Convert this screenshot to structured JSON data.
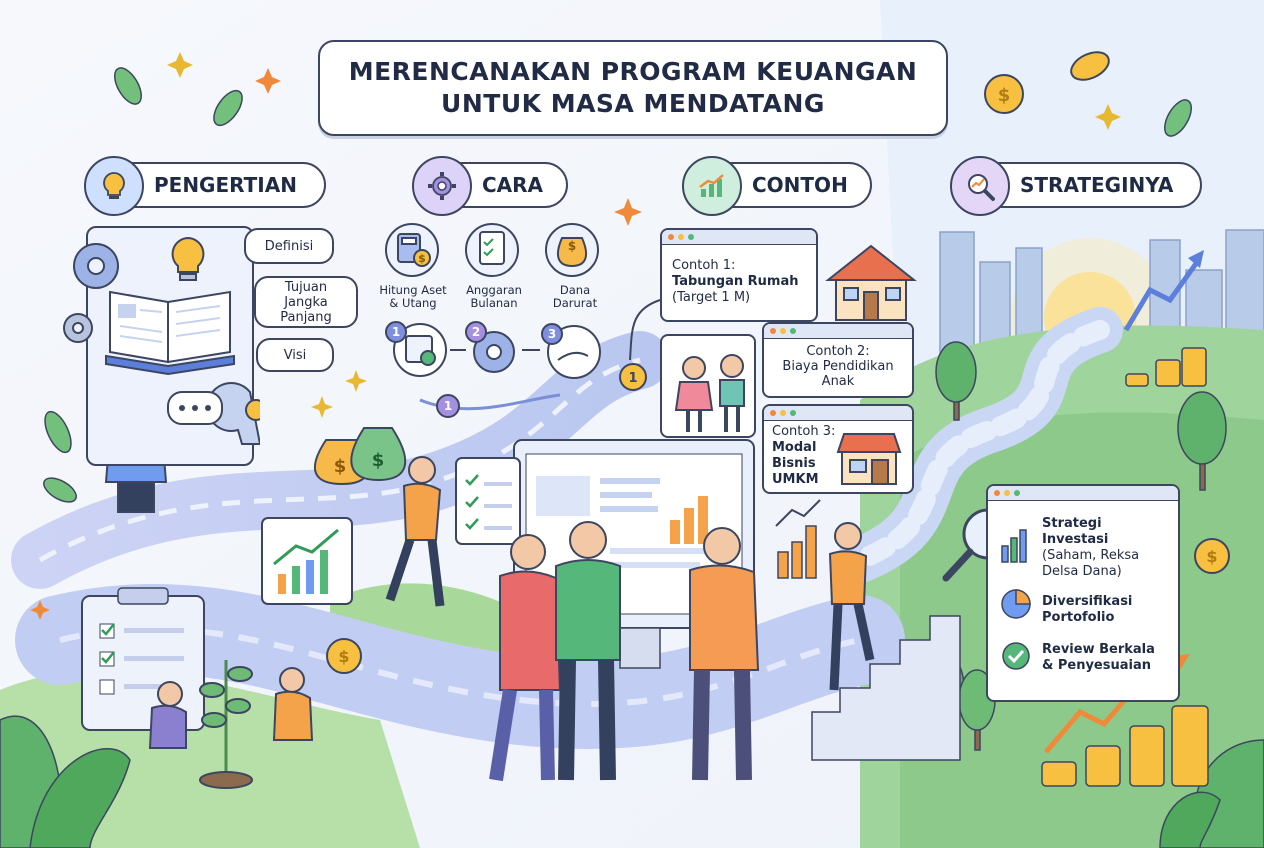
{
  "title": {
    "line1": "MERENCANAKAN PROGRAM KEUANGAN",
    "line2": "UNTUK MASA MENDATANG"
  },
  "sections": {
    "pengertian": {
      "label": "PENGERTIAN",
      "icon": "lightbulb-icon",
      "color": "#cfe0ff"
    },
    "cara": {
      "label": "CARA",
      "icon": "gear-icon",
      "color": "#ddd2f7"
    },
    "contoh": {
      "label": "CONTOH",
      "icon": "growth-chart-icon",
      "color": "#cfeedd"
    },
    "strategi": {
      "label": "STRATEGINYA",
      "icon": "magnifier-chart-icon",
      "color": "#e3d6f7"
    }
  },
  "pengertian_items": {
    "definisi": "Definisi",
    "tujuan": [
      "Tujuan",
      "Jangka",
      "Panjang"
    ],
    "visi": "Visi"
  },
  "cara_items": {
    "hitung": [
      "Hitung Aset",
      "& Utang"
    ],
    "anggaran": [
      "Anggaran",
      "Bulanan"
    ],
    "dana": [
      "Dana",
      "Darurat"
    ],
    "steps": [
      "1",
      "2",
      "3",
      "1",
      "1"
    ]
  },
  "contoh_items": {
    "c1": {
      "title": "Contoh 1:",
      "name": "Tabungan Rumah",
      "note": "(Target 1 M)"
    },
    "c2": {
      "title": "Contoh 2:",
      "name": [
        "Biaya Pendidikan",
        "Anak"
      ]
    },
    "c3": {
      "title": "Contoh 3:",
      "name": [
        "Modal",
        "Bisnis",
        "UMKM"
      ]
    }
  },
  "strategi_items": {
    "s1": {
      "title": [
        "Strategi",
        "Investasi"
      ],
      "note": [
        "(Saham, Reksa",
        "Delsa Dana)"
      ]
    },
    "s2": [
      "Diversifikasi",
      "Portofolio"
    ],
    "s3": [
      "Review Berkala",
      "& Penyesuaian"
    ]
  },
  "currency_symbol": "$",
  "colors": {
    "accent_green": "#56b77a",
    "accent_orange": "#f5a34a",
    "accent_blue": "#6f9bf0",
    "coin": "#f7c040",
    "outline": "#3d4660"
  }
}
